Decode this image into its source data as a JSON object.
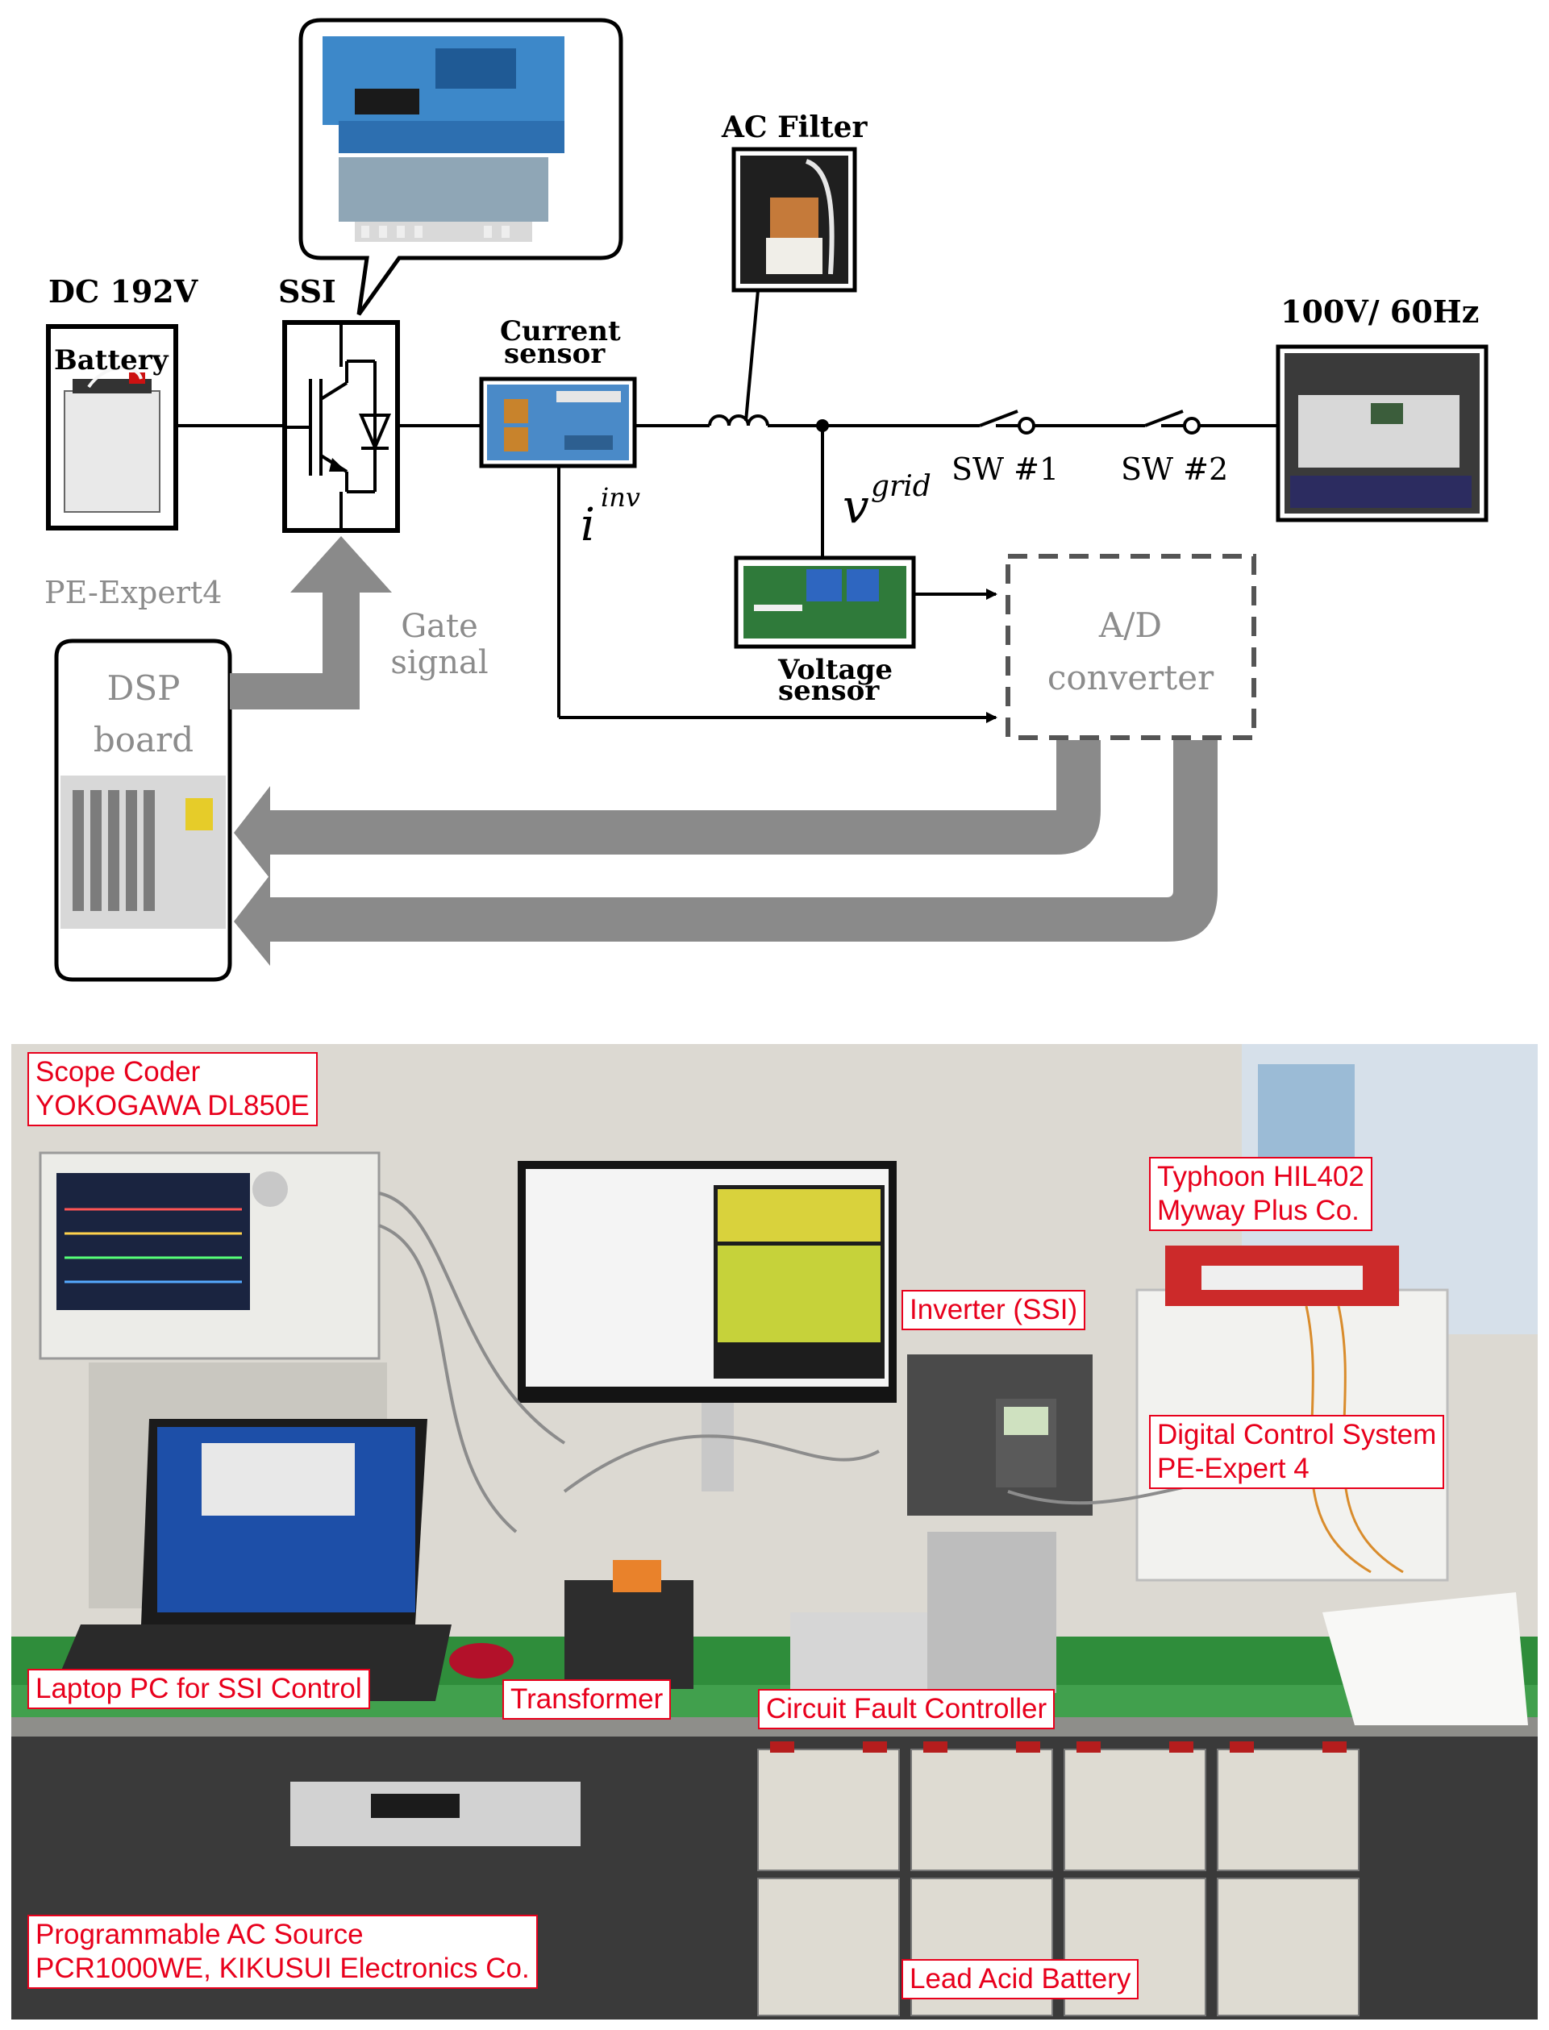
{
  "diagram": {
    "battery_voltage": "DC 192V",
    "battery_label": "Battery",
    "ssi_label": "SSI",
    "current_sensor_line1": "Current",
    "current_sensor_line2": "sensor",
    "ac_filter_label": "AC Filter",
    "grid_label": "100V/ 60Hz",
    "sw1_label": "SW #1",
    "sw2_label": "SW #2",
    "i_symbol": "i",
    "i_superscript": "inv",
    "v_symbol": "v",
    "v_superscript": "grid",
    "voltage_sensor_line1": "Voltage",
    "voltage_sensor_line2": "sensor",
    "ad_line1": "A/D",
    "ad_line2": "converter",
    "pe_expert_label": "PE-Expert4",
    "dsp_line1": "DSP",
    "dsp_line2": "board",
    "gate_line1": "Gate",
    "gate_line2": "signal",
    "colors": {
      "line": "#000000",
      "gray_arrow": "#8a8a8a",
      "gray_text": "#8c8c8c"
    }
  },
  "photo": {
    "labels": {
      "scope": [
        "Scope Coder",
        "YOKOGAWA DL850E"
      ],
      "typhoon": [
        "Typhoon HIL402",
        "Myway Plus Co."
      ],
      "inverter": [
        "Inverter (SSI)"
      ],
      "digital_control": [
        "Digital Control System",
        "PE-Expert 4"
      ],
      "laptop": [
        "Laptop PC for SSI Control"
      ],
      "transformer": [
        "Transformer"
      ],
      "fault_controller": [
        "Circuit Fault Controller"
      ],
      "ac_source": [
        "Programmable AC Source",
        "PCR1000WE, KIKUSUI  Electronics Co."
      ],
      "lead_battery": [
        "Lead Acid Battery"
      ]
    },
    "colors": {
      "label_text": "#e8001c",
      "label_border": "#e8001c"
    }
  }
}
